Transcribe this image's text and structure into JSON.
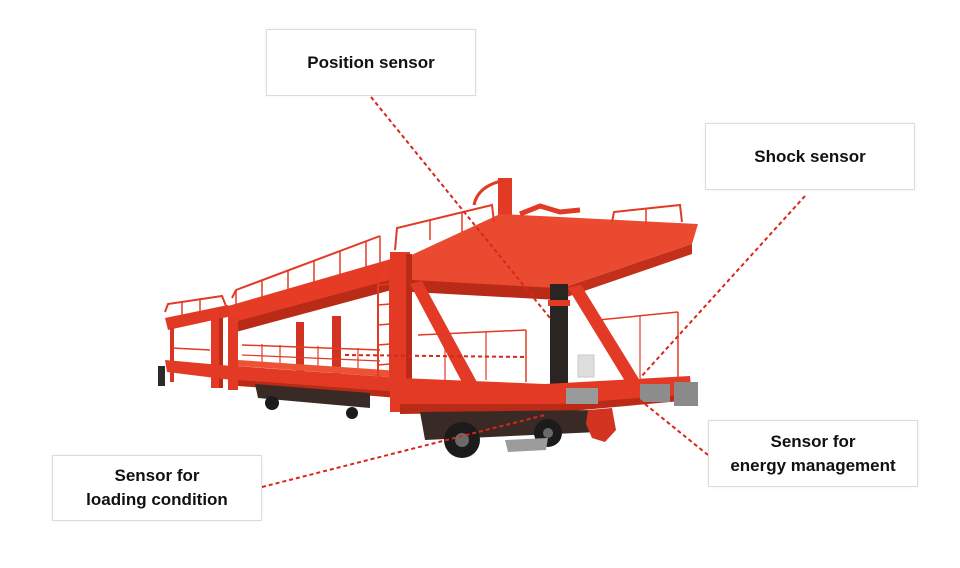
{
  "callouts": {
    "position_sensor": {
      "lines": [
        "Position sensor"
      ]
    },
    "shock_sensor": {
      "lines": [
        "Shock sensor"
      ]
    },
    "energy_sensor": {
      "lines": [
        "Sensor for",
        "energy management"
      ]
    },
    "loading_sensor": {
      "lines": [
        "Sensor for",
        "loading condition"
      ]
    }
  },
  "colors": {
    "leader_line": "#d9261c",
    "wagon_body": "#e23a24",
    "wagon_shadow": "#b92a17",
    "undercarriage": "#2a2422"
  }
}
